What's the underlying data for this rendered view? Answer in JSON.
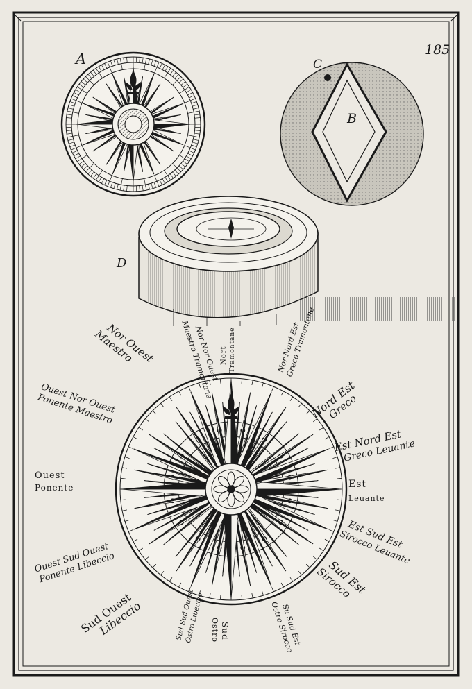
{
  "page": {
    "number": "185",
    "figure_letters": {
      "a": "A",
      "b": "B",
      "c": "C",
      "d": "D"
    }
  },
  "winds": {
    "n": [
      "Nort",
      "Tramontane"
    ],
    "nne": [
      "Nor Nord Est",
      "Greco Tramontane"
    ],
    "nnw": [
      "Nor Nor Ouest",
      "Maestro Tramontane"
    ],
    "nw": [
      "Nor Ouest",
      "Maestro"
    ],
    "wnw": [
      "Ouest Nor Ouest",
      "Ponente Maestro"
    ],
    "w": [
      "Ouest",
      "Ponente"
    ],
    "wsw": [
      "Ouest Sud Ouest",
      "Ponente Libeccio"
    ],
    "sw": [
      "Sud Ouest",
      "Libeccio"
    ],
    "ssw": [
      "Sud Sud Ouest",
      "Ostro Libeccio"
    ],
    "s": [
      "Sud",
      "Ostro"
    ],
    "sse": [
      "Su Sud Est",
      "Ostro Sirocco"
    ],
    "se": [
      "Sud Est",
      "Sirocco"
    ],
    "ese": [
      "Est Sud Est",
      "Sirocco Leuante"
    ],
    "e": [
      "Est",
      "Leuante"
    ],
    "ene": [
      "Est Nord Est",
      "Greco Leuante"
    ],
    "ne": [
      "Nord Est",
      "Greco"
    ]
  }
}
